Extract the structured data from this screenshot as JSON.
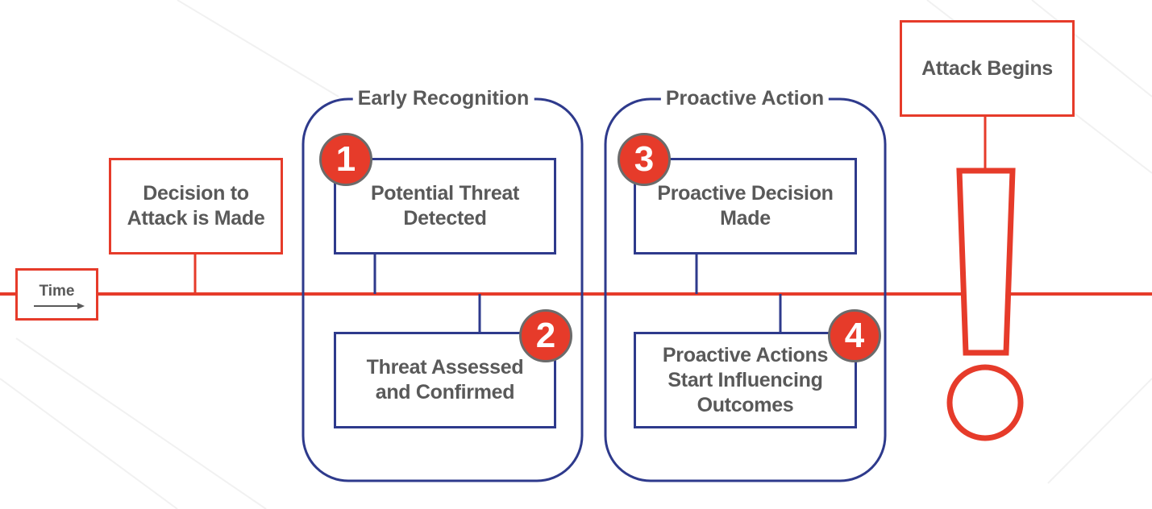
{
  "timeline": {
    "time_label": "Time"
  },
  "events": {
    "decision": "Decision to\nAttack is Made",
    "attack": "Attack Begins"
  },
  "groups": {
    "early": {
      "title": "Early Recognition",
      "steps": [
        {
          "number": "1",
          "label": "Potential Threat\nDetected"
        },
        {
          "number": "2",
          "label": "Threat Assessed\nand Confirmed"
        }
      ]
    },
    "proactive": {
      "title": "Proactive Action",
      "steps": [
        {
          "number": "3",
          "label": "Proactive Decision\nMade"
        },
        {
          "number": "4",
          "label": "Proactive Actions\nStart Influencing\nOutcomes"
        }
      ]
    }
  },
  "colors": {
    "accent_red": "#e63b2a",
    "navy": "#2e3a8c",
    "text_gray": "#595959",
    "badge_border": "#6b6b6b"
  },
  "icons": {
    "attack_symbol": "exclamation-icon",
    "time_direction": "arrow-right-icon"
  }
}
